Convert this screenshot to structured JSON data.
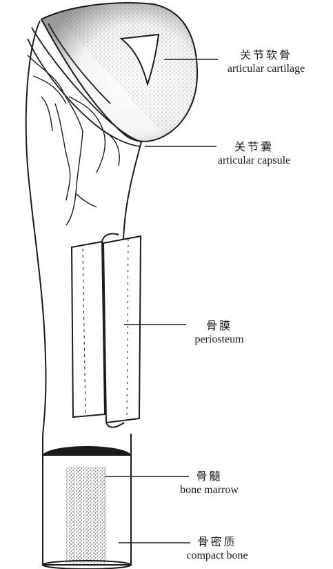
{
  "labels": {
    "articular_cartilage": {
      "zh": "关节软骨",
      "en": "articular cartilage"
    },
    "articular_capsule": {
      "zh": "关节囊",
      "en": "articular capsule"
    },
    "periosteum": {
      "zh": "骨膜",
      "en": "periosteum"
    },
    "bone_marrow": {
      "zh": "骨髓",
      "en": "bone marrow"
    },
    "compact_bone": {
      "zh": "骨密质",
      "en": "compact bone"
    }
  },
  "colors": {
    "ink": "#1a1a1a",
    "background": "#ffffff"
  }
}
